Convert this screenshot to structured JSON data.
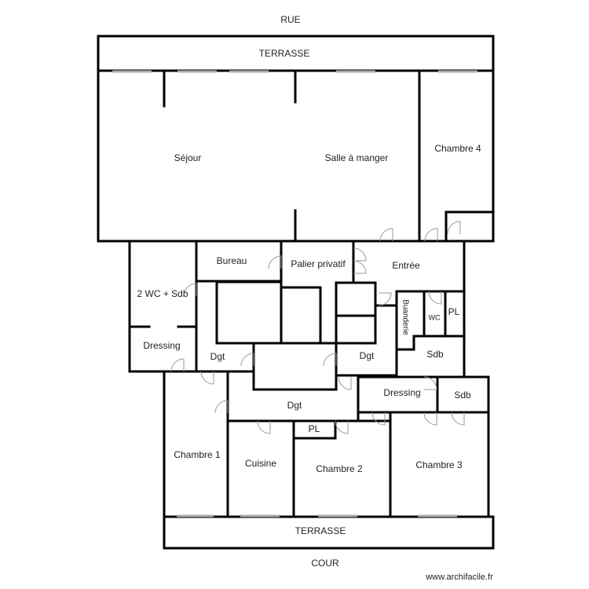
{
  "labels": {
    "top": "RUE",
    "bottom": "COUR",
    "terrace_top": "TERRASSE",
    "terrace_bottom": "TERRASSE",
    "watermark": "www.archifacile.fr"
  },
  "rooms": {
    "sejour": "Séjour",
    "salle_manger": "Salle à manger",
    "chambre4": "Chambre 4",
    "wc_sdb": "2 WC + Sdb",
    "dressing_left": "Dressing",
    "bureau": "Bureau",
    "palier": "Palier privatif",
    "entree": "Entrée",
    "buanderie": "Buanderie",
    "wc": "WC",
    "pl_right": "PL",
    "dgt_left": "Dgt",
    "dgt_right": "Dgt",
    "sdb_mid": "Sdb",
    "dgt_center": "Dgt",
    "dressing_right": "Dressing",
    "sdb_right": "Sdb",
    "pl_center": "PL",
    "chambre1": "Chambre 1",
    "cuisine": "Cuisine",
    "chambre2": "Chambre 2",
    "chambre3": "Chambre 3"
  },
  "colors": {
    "terrace": "#c8c8c8",
    "pl": "#a0a0a0",
    "hatch": "#ededed"
  }
}
